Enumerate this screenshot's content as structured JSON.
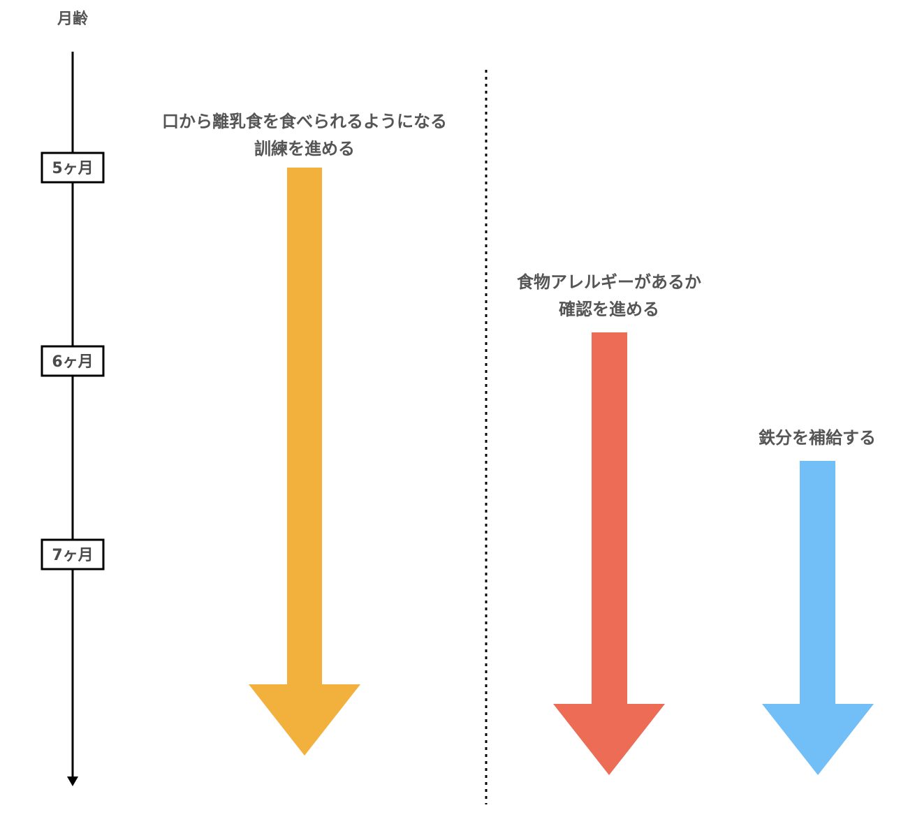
{
  "axis": {
    "title": "月齢",
    "milestones": [
      "5ヶ月",
      "6ヶ月",
      "7ヶ月"
    ]
  },
  "stages": [
    {
      "lines": [
        "口から離乳食を食べられるようになる",
        "訓練を進める"
      ],
      "color": "#F2B13C"
    },
    {
      "lines": [
        "食物アレルギーがあるか",
        "確認を進める"
      ],
      "color": "#EC6C56"
    },
    {
      "lines": [
        "鉄分を補給する"
      ],
      "color": "#72BEF7"
    }
  ]
}
